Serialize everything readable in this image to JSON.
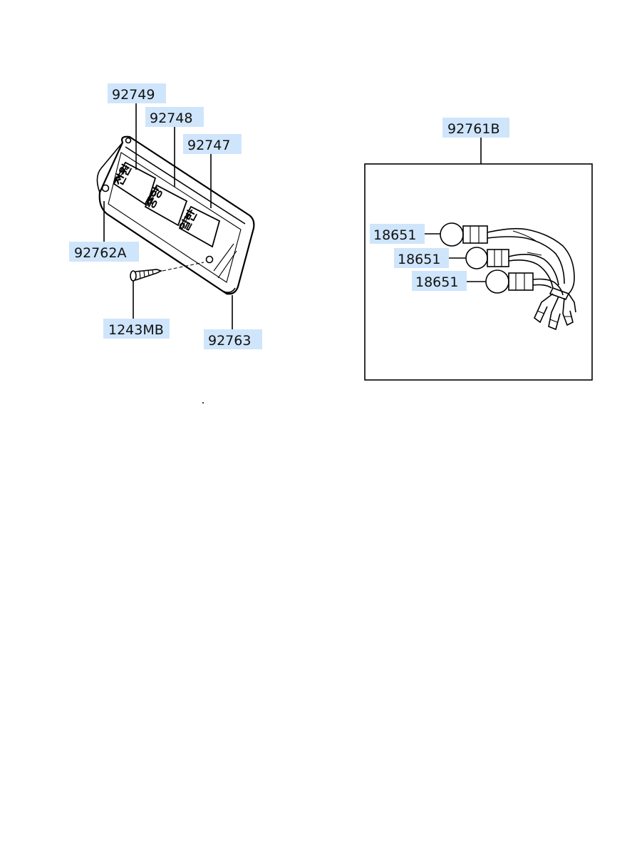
{
  "left_assembly": {
    "callouts": {
      "switch_top": "92749",
      "switch_middle": "92748",
      "switch_bottom": "92747",
      "housing": "92762A",
      "screw": "1243MB",
      "bezel": "92763"
    },
    "button_labels": [
      "전원",
      "중앙",
      "일반"
    ]
  },
  "right_assembly": {
    "harness_callout": "92761B",
    "bulb_callouts": [
      "18651",
      "18651",
      "18651"
    ]
  },
  "colors": {
    "callout_background": "#cfe5fb",
    "line": "#000000",
    "background": "#ffffff"
  }
}
